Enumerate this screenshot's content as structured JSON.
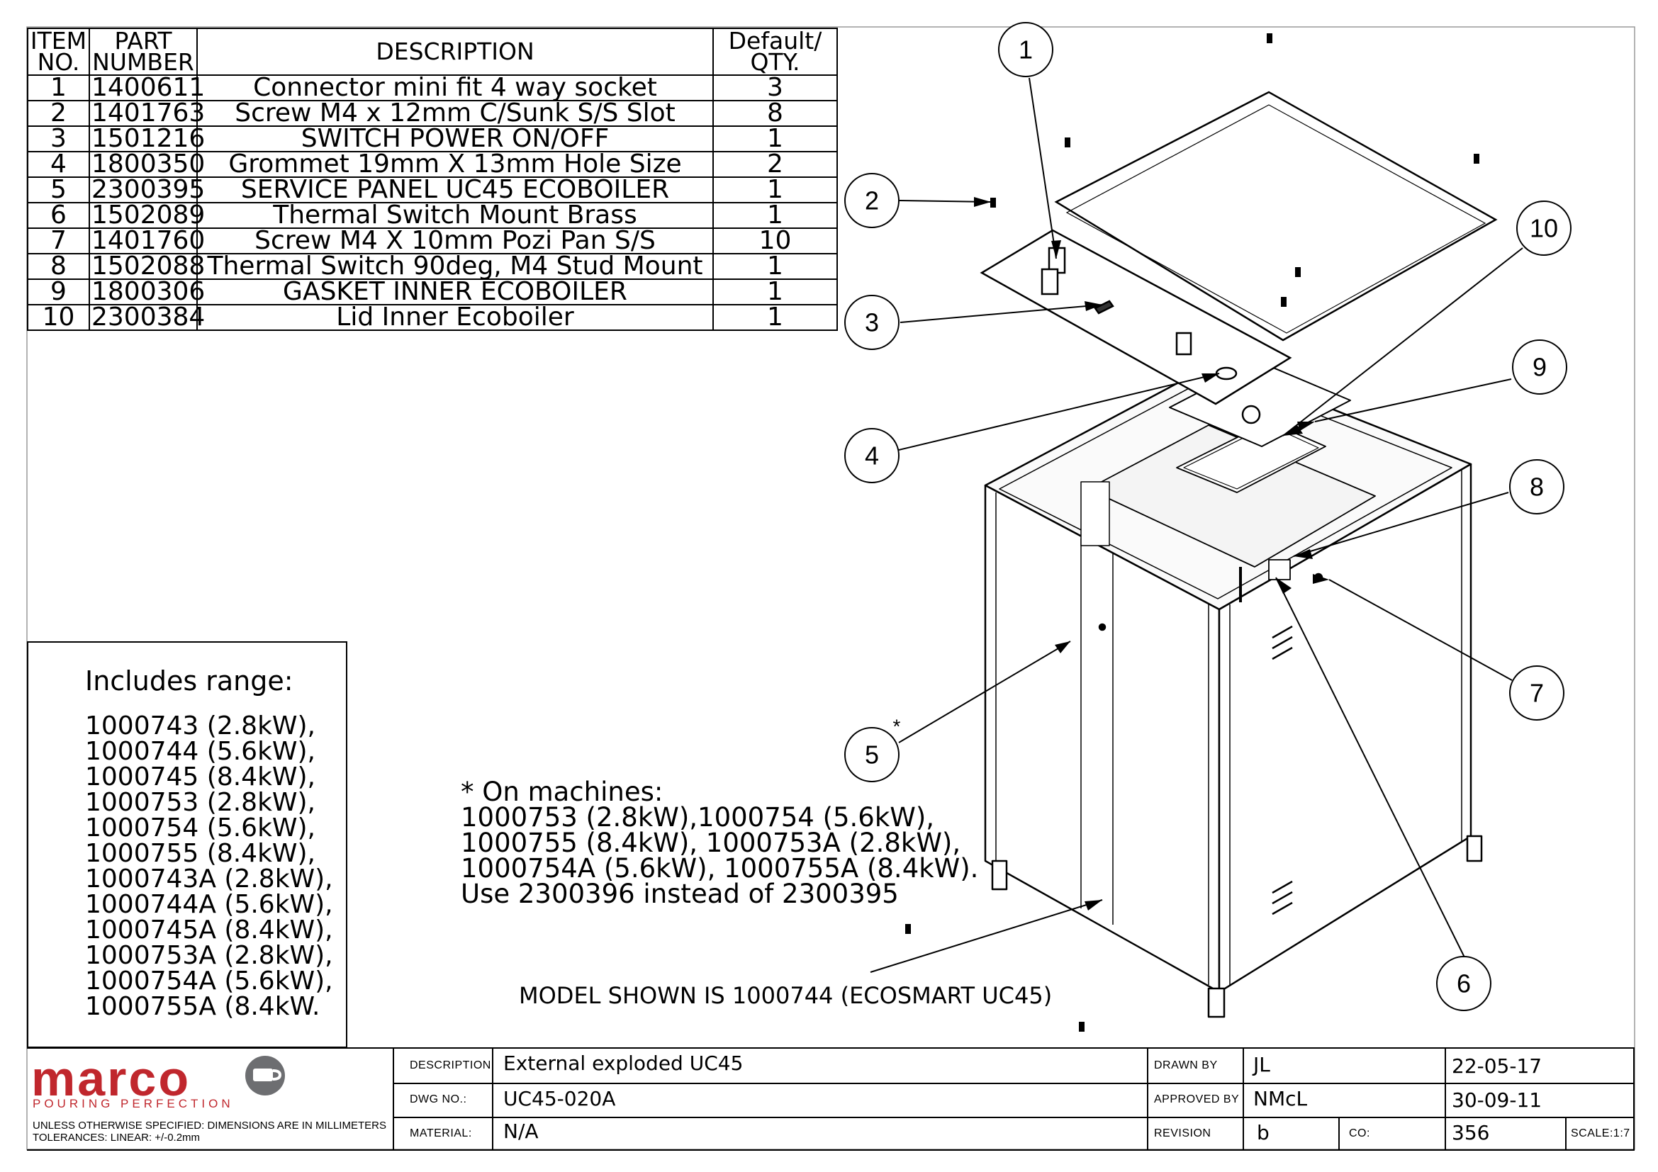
{
  "bom": {
    "headers": {
      "item": [
        "ITEM",
        "NO."
      ],
      "part": [
        "PART",
        "NUMBER"
      ],
      "description": "DESCRIPTION",
      "qty": [
        "Default/",
        "QTY."
      ]
    },
    "rows": [
      {
        "item": "1",
        "part": "1400611",
        "description": "Connector mini fit 4 way socket",
        "qty": "3"
      },
      {
        "item": "2",
        "part": "1401763",
        "description": "Screw M4 x 12mm C/Sunk S/S Slot",
        "qty": "8"
      },
      {
        "item": "3",
        "part": "1501216",
        "description": "SWITCH POWER ON/OFF",
        "qty": "1"
      },
      {
        "item": "4",
        "part": "1800350",
        "description": "Grommet 19mm X 13mm Hole Size",
        "qty": "2"
      },
      {
        "item": "5",
        "part": "2300395",
        "description": "SERVICE PANEL UC45 ECOBOILER",
        "qty": "1"
      },
      {
        "item": "6",
        "part": "1502089",
        "description": "Thermal Switch Mount Brass",
        "qty": "1"
      },
      {
        "item": "7",
        "part": "1401760",
        "description": "Screw M4 X 10mm Pozi Pan S/S",
        "qty": "10"
      },
      {
        "item": "8",
        "part": "1502088",
        "description": "Thermal Switch 90deg, M4 Stud Mount",
        "qty": "1"
      },
      {
        "item": "9",
        "part": "1800306",
        "description": "GASKET INNER ECOBOILER",
        "qty": "1"
      },
      {
        "item": "10",
        "part": "2300384",
        "description": "Lid Inner Ecoboiler",
        "qty": "1"
      }
    ]
  },
  "range": {
    "title": "Includes range:",
    "items": [
      "1000743 (2.8kW),",
      "1000744 (5.6kW),",
      "1000745 (8.4kW),",
      "1000753 (2.8kW),",
      "1000754 (5.6kW),",
      "1000755 (8.4kW),",
      "1000743A (2.8kW),",
      "1000744A  (5.6kW),",
      "1000745A  (8.4kW),",
      "1000753A (2.8kW),",
      "1000754A (5.6kW),",
      "1000755A (8.4kW."
    ]
  },
  "machines_note": [
    "* On machines:",
    "1000753 (2.8kW),1000754 (5.6kW),",
    "1000755 (8.4kW), 1000753A (2.8kW),",
    "1000754A (5.6kW), 1000755A (8.4kW).",
    "Use 2300396 instead of 2300395"
  ],
  "model_shown": "MODEL SHOWN IS 1000744 (ECOSMART UC45)",
  "callouts": [
    "1",
    "2",
    "3",
    "4",
    "5",
    "6",
    "7",
    "8",
    "9",
    "10"
  ],
  "asterisk": "*",
  "title_block": {
    "logo": {
      "word": "marco",
      "tagline": "POURING PERFECTION",
      "icon": "cup-icon",
      "color": "#c0272d"
    },
    "tolerance": [
      "UNLESS OTHERWISE SPECIFIED: DIMENSIONS ARE IN MILLIMETERS",
      "TOLERANCES: LINEAR: +/-0.2mm"
    ],
    "description_label": "DESCRIPTION:",
    "description": "External exploded UC45",
    "dwg_label": "DWG NO.:",
    "dwg_no": "UC45-020A",
    "material_label": "MATERIAL:",
    "material": "N/A",
    "drawn_by_label": "DRAWN BY",
    "drawn_by": "JL",
    "drawn_date": "22-05-17",
    "approved_by_label": "APPROVED BY",
    "approved_by": "NMcL",
    "approved_date": "30-09-11",
    "revision_label": "REVISION",
    "revision": "b",
    "co_label": "CO:",
    "co": "356",
    "scale": "SCALE:1:7"
  }
}
